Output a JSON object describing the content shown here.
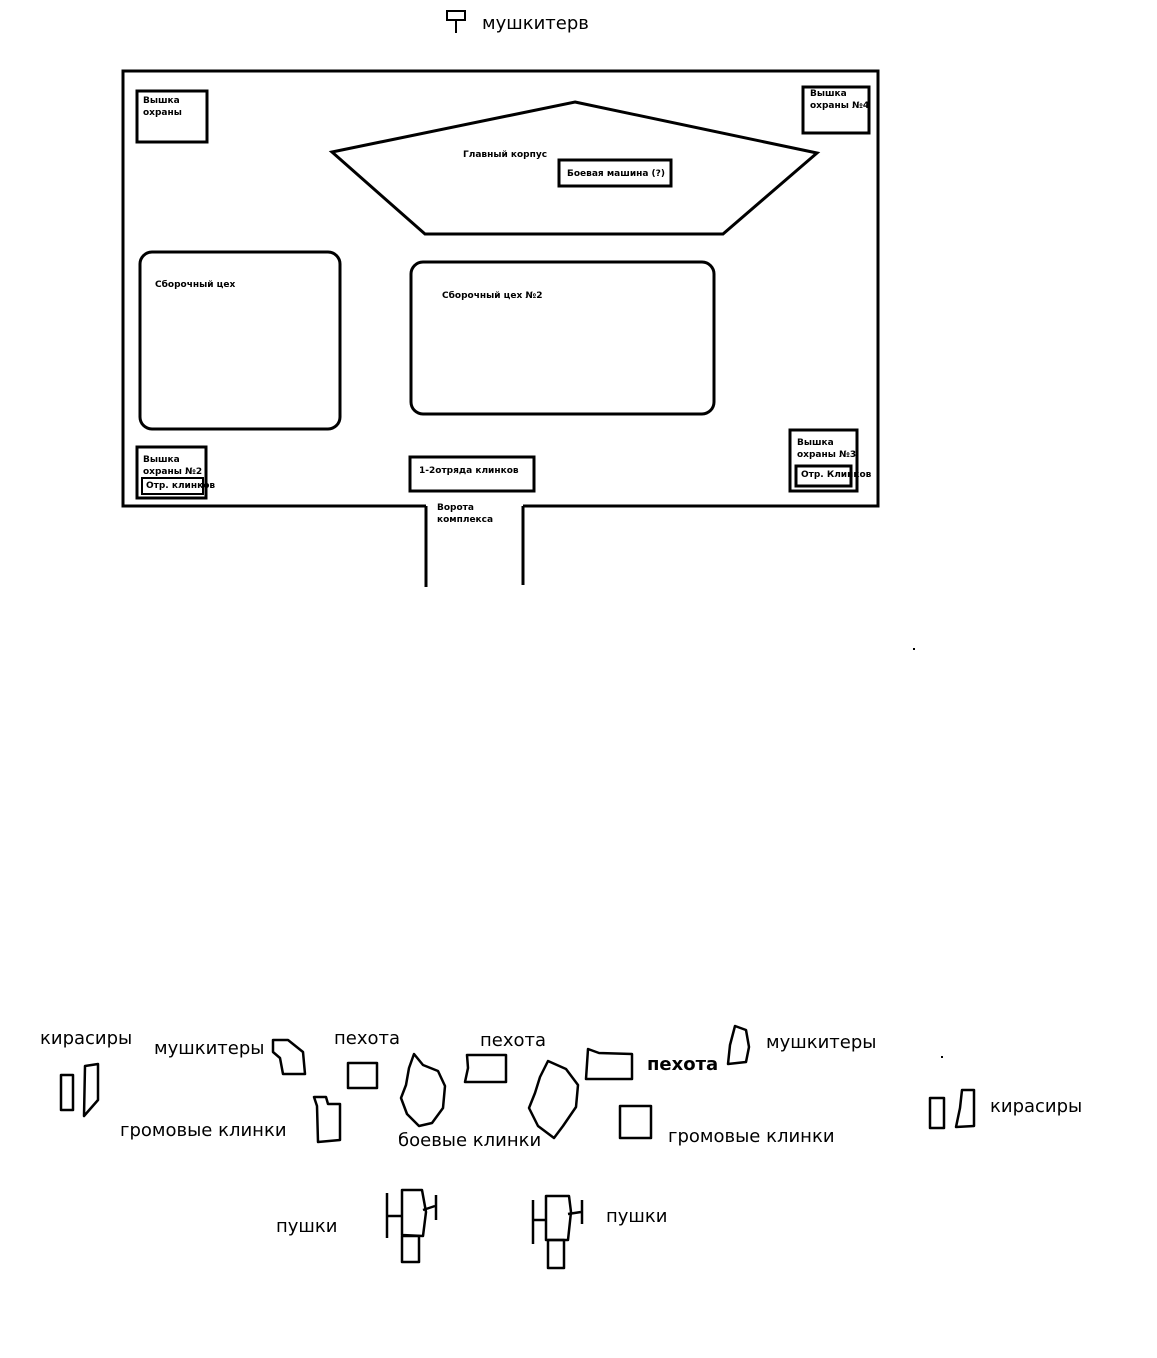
{
  "legend": {
    "musketeer_label": "мушкитерв"
  },
  "plan": {
    "tower_1": "Вышка\nохраны",
    "tower_2": "Вышка\nохраны №2",
    "tower_3": "Вышка\nохраны №3",
    "tower_4": "Вышка\nохраны №4",
    "main_building": "Главный корпус",
    "war_machine": "Боевая машина (?)",
    "workshop_1": "Сборочный цех",
    "workshop_2": "Сборочный цех №2",
    "blade_squads": "1-2отряда клинков",
    "blade_squad_tower2": "Отр. клинков",
    "blade_squad_tower3": "Отр. Клинков",
    "gate": "Ворота\nкомплекса"
  },
  "army": {
    "cuirassiers_left": "кирасиры",
    "musketeers_left": "мушкитеры",
    "infantry_1": "пехота",
    "infantry_2": "пехота",
    "infantry_3": "пехота",
    "musketeers_right": "мушкитеры",
    "cuirassiers_right": "кирасиры",
    "thunder_blades_left": "громовые клинки",
    "combat_blades": "боевые клинки",
    "thunder_blades_right": "громовые клинки",
    "cannons_left": "пушки",
    "cannons_right": "пушки"
  },
  "colors": {
    "stroke": "#000000",
    "background": "#ffffff"
  }
}
